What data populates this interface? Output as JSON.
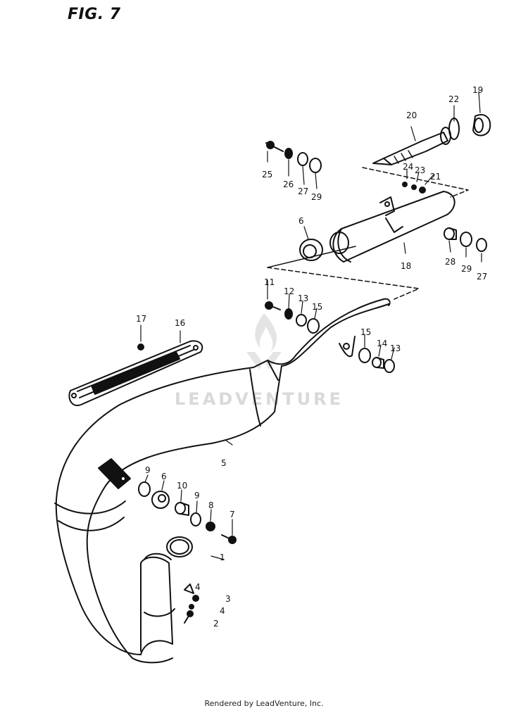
{
  "figure": {
    "title": "FIG. 7"
  },
  "watermark": {
    "text": "LEADVENTURE",
    "logo_icon": "leadventure-flame-logo"
  },
  "footer": {
    "text": "Rendered by LeadVenture, Inc."
  },
  "callouts": [
    {
      "id": "c1",
      "label": "1"
    },
    {
      "id": "c2",
      "label": "2"
    },
    {
      "id": "c3",
      "label": "3"
    },
    {
      "id": "c4a",
      "label": "4"
    },
    {
      "id": "c4b",
      "label": "4"
    },
    {
      "id": "c5",
      "label": "5"
    },
    {
      "id": "c6a",
      "label": "6"
    },
    {
      "id": "c6b",
      "label": "6"
    },
    {
      "id": "c7",
      "label": "7"
    },
    {
      "id": "c8",
      "label": "8"
    },
    {
      "id": "c9a",
      "label": "9"
    },
    {
      "id": "c9b",
      "label": "9"
    },
    {
      "id": "c10",
      "label": "10"
    },
    {
      "id": "c11",
      "label": "11"
    },
    {
      "id": "c12",
      "label": "12"
    },
    {
      "id": "c13a",
      "label": "13"
    },
    {
      "id": "c13b",
      "label": "13"
    },
    {
      "id": "c14",
      "label": "14"
    },
    {
      "id": "c15a",
      "label": "15"
    },
    {
      "id": "c15b",
      "label": "15"
    },
    {
      "id": "c16",
      "label": "16"
    },
    {
      "id": "c17",
      "label": "17"
    },
    {
      "id": "c18",
      "label": "18"
    },
    {
      "id": "c19",
      "label": "19"
    },
    {
      "id": "c20",
      "label": "20"
    },
    {
      "id": "c21",
      "label": "21"
    },
    {
      "id": "c22",
      "label": "22"
    },
    {
      "id": "c23",
      "label": "23"
    },
    {
      "id": "c24",
      "label": "24"
    },
    {
      "id": "c25",
      "label": "25"
    },
    {
      "id": "c26",
      "label": "26"
    },
    {
      "id": "c27a",
      "label": "27"
    },
    {
      "id": "c27b",
      "label": "27"
    },
    {
      "id": "c28",
      "label": "28"
    },
    {
      "id": "c29a",
      "label": "29"
    },
    {
      "id": "c29b",
      "label": "29"
    }
  ]
}
